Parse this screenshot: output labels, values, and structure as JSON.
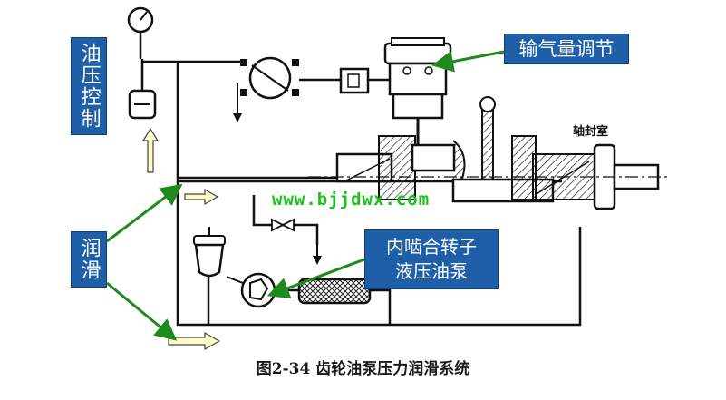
{
  "labels": {
    "oil_control": "油压控制",
    "lubrication": "润滑",
    "flow_regulation": "输气量调节",
    "pump_line1": "内啮合转子",
    "pump_line2": "液压油泵",
    "shaft_seal": "轴封室"
  },
  "watermark": "www.bjjdwx.com",
  "caption": "图2-34   齿轮油泵压力润滑系统",
  "colors": {
    "label_bg": "#1f5fa8",
    "label_text": "#ffffff",
    "arrow_green": "#1e8a1e",
    "watermark": "#18c418",
    "flow_arrow_fill": "#fff9c4"
  }
}
